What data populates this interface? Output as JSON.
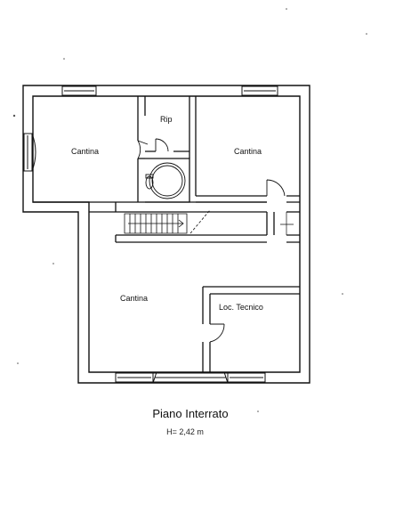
{
  "plan": {
    "title": "Piano Interrato",
    "height_note": "H= 2,42 m",
    "rooms": {
      "cantina_nw": "Cantina",
      "rip": "Rip",
      "cantina_ne": "Cantina",
      "cantina_south": "Cantina",
      "loc_tecnico": "Loc. Tecnico"
    },
    "colors": {
      "wall": "#111111",
      "background": "#ffffff",
      "wall_fill": "#ffffff"
    }
  }
}
